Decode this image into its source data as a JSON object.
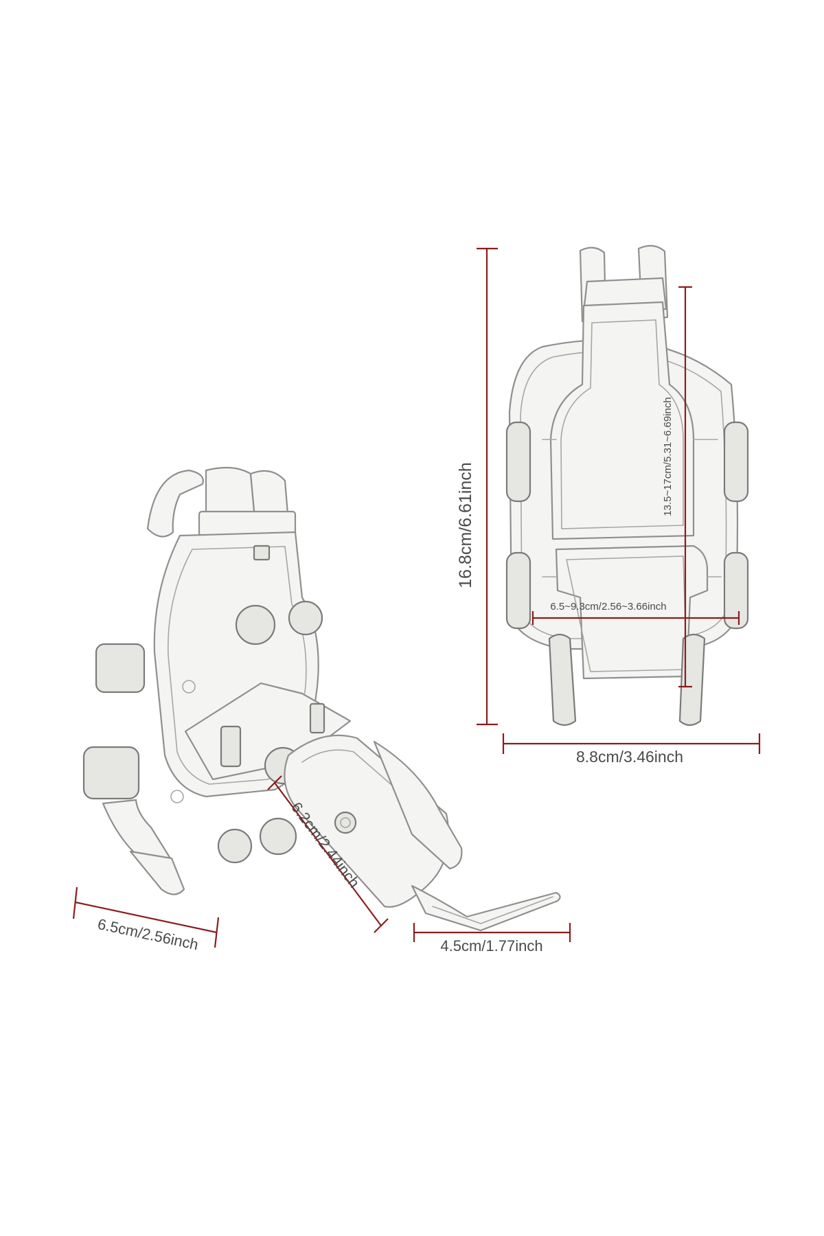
{
  "dimensions": {
    "front_height": "16.8cm/6.61inch",
    "front_width": "8.8cm/3.46inch",
    "clamp_length": "13.5~17cm/5.31~6.69inch",
    "clamp_width": "6.5~9.3cm/2.56~3.66inch",
    "side_width": "6.5cm/2.56inch",
    "arm_length": "6.2cm/2.44inch",
    "base_length": "4.5cm/1.77inch"
  },
  "colors": {
    "dimension_line": "#8b1c1c",
    "sketch_line": "#8f8f8f",
    "background": "#ffffff"
  }
}
